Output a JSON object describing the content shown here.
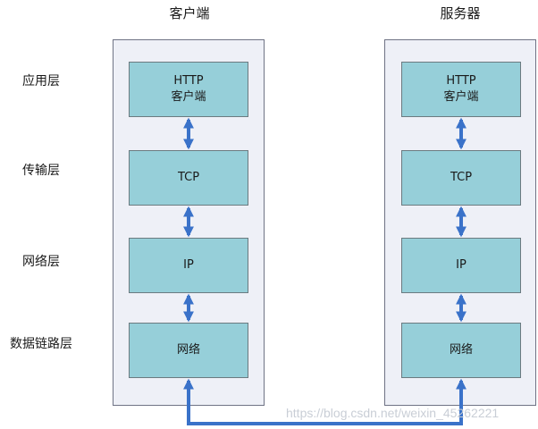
{
  "columns": {
    "client": {
      "title": "客户端"
    },
    "server": {
      "title": "服务器"
    }
  },
  "layers": [
    {
      "label": "应用层"
    },
    {
      "label": "传输层"
    },
    {
      "label": "网络层"
    },
    {
      "label": "数据链路层"
    }
  ],
  "client_boxes": [
    {
      "line1": "HTTP",
      "line2": "客户端"
    },
    {
      "line1": "TCP",
      "line2": ""
    },
    {
      "line1": "IP",
      "line2": ""
    },
    {
      "line1": "网络",
      "line2": ""
    }
  ],
  "server_boxes": [
    {
      "line1": "HTTP",
      "line2": "客户端"
    },
    {
      "line1": "TCP",
      "line2": ""
    },
    {
      "line1": "IP",
      "line2": ""
    },
    {
      "line1": "网络",
      "line2": ""
    }
  ],
  "watermark": "https://blog.csdn.net/weixin_45262221",
  "colors": {
    "arrow": "#3a72c9",
    "box": "#96cfd9",
    "panel": "#eef0f7"
  }
}
